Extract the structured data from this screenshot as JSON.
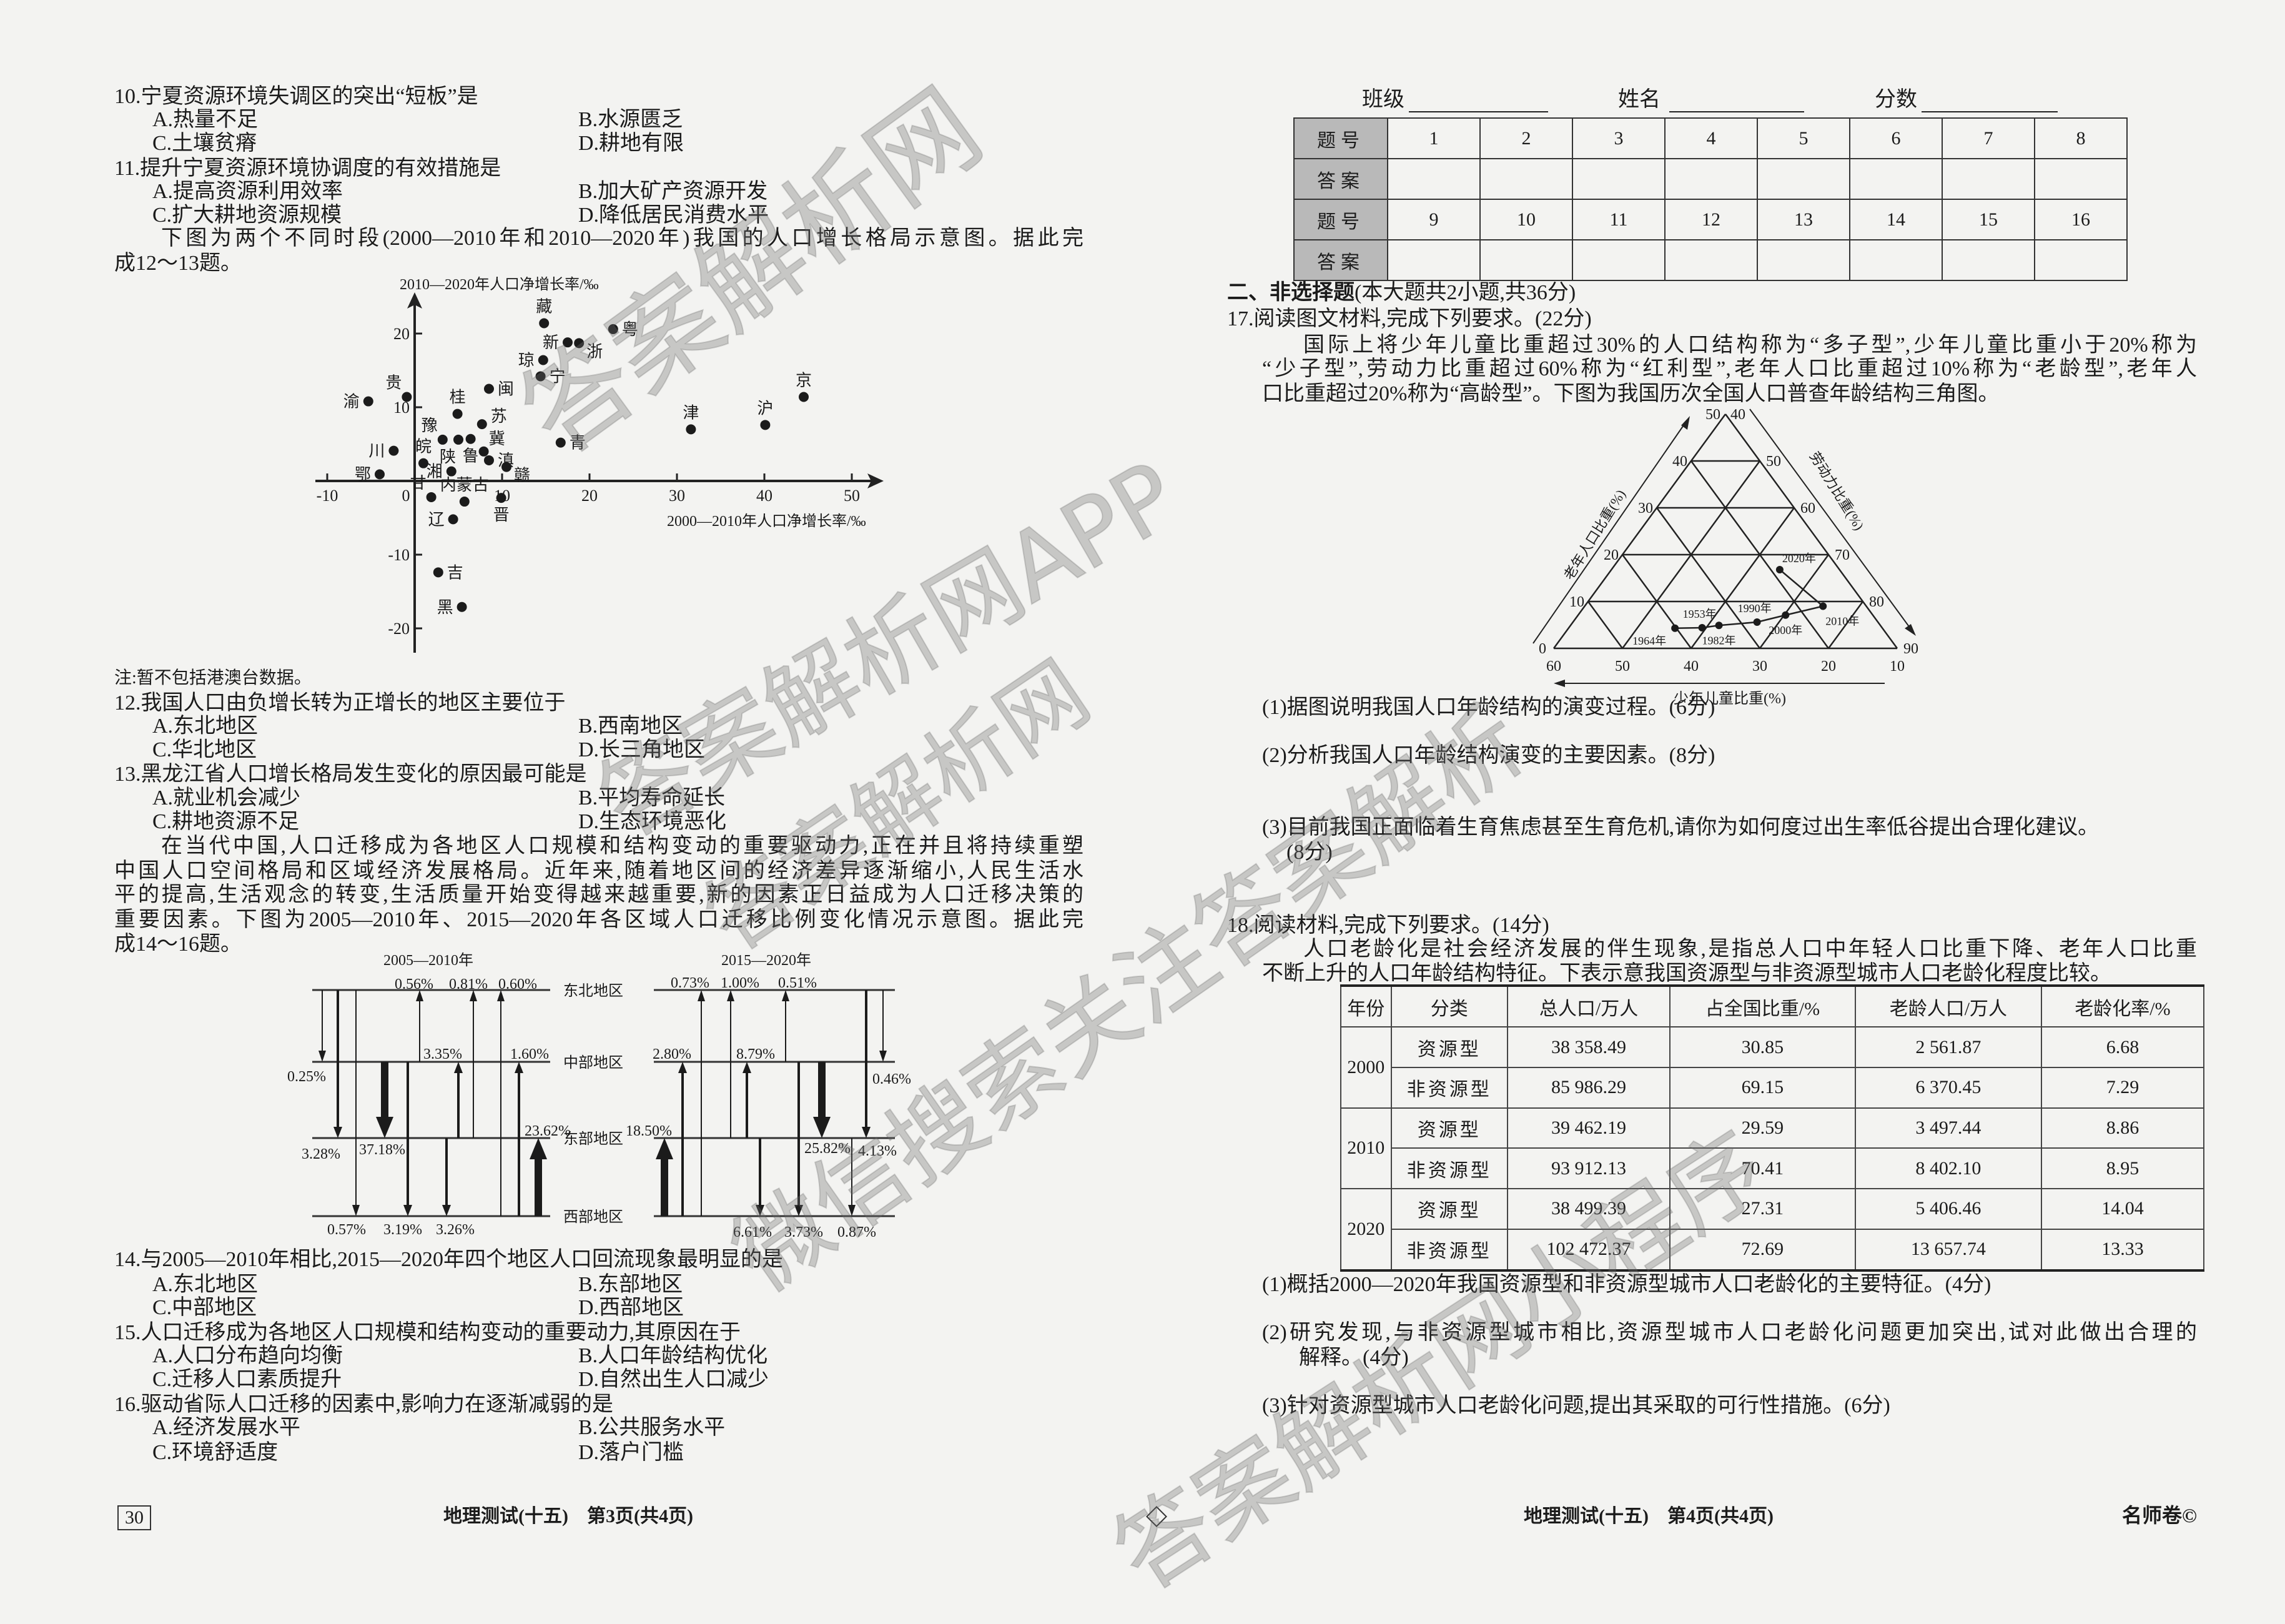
{
  "left": {
    "q10": {
      "stem": "10.宁夏资源环境失调区的突出“短板”是",
      "A": "A.热量不足",
      "B": "B.水源匮乏",
      "C": "C.土壤贫瘠",
      "D": "D.耕地有限"
    },
    "q11": {
      "stem": "11.提升宁夏资源环境协调度的有效措施是",
      "A": "A.提高资源利用效率",
      "B": "B.加大矿产资源开发",
      "C": "C.扩大耕地资源规模",
      "D": "D.降低居民消费水平"
    },
    "intro_12_13": [
      "下图为两个不同时段(2000—2010年和2010—2020年)我国的人口增长格局示意图。据此完",
      "成12～13题。"
    ],
    "scatter_note": "注:暂不包括港澳台数据。",
    "q12": {
      "stem": "12.我国人口由负增长转为正增长的地区主要位于",
      "A": "A.东北地区",
      "B": "B.西南地区",
      "C": "C.华北地区",
      "D": "D.长三角地区"
    },
    "q13": {
      "stem": "13.黑龙江省人口增长格局发生变化的原因最可能是",
      "A": "A.就业机会减少",
      "B": "B.平均寿命延长",
      "C": "C.耕地资源不足",
      "D": "D.生态环境恶化"
    },
    "intro_14_16": [
      "在当代中国,人口迁移成为各地区人口规模和结构变动的重要驱动力,正在并且将持续重塑",
      "中国人口空间格局和区域经济发展格局。近年来,随着地区间的经济差异逐渐缩小,人民生活水",
      "平的提高,生活观念的转变,生活质量开始变得越来越重要,新的因素正日益成为人口迁移决策的",
      "重要因素。下图为2005—2010年、2015—2020年各区域人口迁移比例变化情况示意图。据此完",
      "成14～16题。"
    ],
    "q14": {
      "stem": "14.与2005—2010年相比,2015—2020年四个地区人口回流现象最明显的是",
      "A": "A.东北地区",
      "B": "B.东部地区",
      "C": "C.中部地区",
      "D": "D.西部地区"
    },
    "q15": {
      "stem": "15.人口迁移成为各地区人口规模和结构变动的重要动力,其原因在于",
      "A": "A.人口分布趋向均衡",
      "B": "B.人口年龄结构优化",
      "C": "C.迁移人口素质提升",
      "D": "D.自然出生人口减少"
    },
    "q16": {
      "stem": "16.驱动省际人口迁移的因素中,影响力在逐渐减弱的是",
      "A": "A.经济发展水平",
      "B": "B.公共服务水平",
      "C": "C.环境舒适度",
      "D": "D.落户门槛"
    }
  },
  "scatter": {
    "ylabel": "2010—2020年人口净增长率/‰",
    "xlabel": "2000—2010年人口净增长率/‰",
    "xticks": [
      "-10",
      "0",
      "10",
      "20",
      "30",
      "40",
      "50"
    ],
    "yticks": [
      "20",
      "10",
      "-10",
      "-20"
    ],
    "points": [
      {
        "name": "藏",
        "x": 14.8,
        "y": 21.4,
        "pos": "above"
      },
      {
        "name": "粤",
        "x": 22.7,
        "y": 20.6,
        "pos": "right"
      },
      {
        "name": "新",
        "x": 17.5,
        "y": 18.8,
        "pos": "left"
      },
      {
        "name": "浙",
        "x": 18.8,
        "y": 18.7,
        "pos": "right-below"
      },
      {
        "name": "琼",
        "x": 14.7,
        "y": 16.4,
        "pos": "left"
      },
      {
        "name": "宁",
        "x": 14.4,
        "y": 14.2,
        "pos": "right"
      },
      {
        "name": "闽",
        "x": 8.5,
        "y": 12.5,
        "pos": "right"
      },
      {
        "name": "京",
        "x": 44.5,
        "y": 11.4,
        "pos": "above"
      },
      {
        "name": "贵",
        "x": -0.9,
        "y": 11.4,
        "pos": "above-left"
      },
      {
        "name": "渝",
        "x": -5.3,
        "y": 10.8,
        "pos": "left"
      },
      {
        "name": "桂",
        "x": 4.9,
        "y": 9.1,
        "pos": "above"
      },
      {
        "name": "苏",
        "x": 7.7,
        "y": 7.7,
        "pos": "right-above"
      },
      {
        "name": "津",
        "x": 31.6,
        "y": 7.0,
        "pos": "above"
      },
      {
        "name": "沪",
        "x": 40.1,
        "y": 7.6,
        "pos": "above"
      },
      {
        "name": "豫",
        "x": 3.2,
        "y": 5.6,
        "pos": "above-left"
      },
      {
        "name": "陕",
        "x": 5.0,
        "y": 5.6,
        "pos": "below-left"
      },
      {
        "name": "鲁",
        "x": 6.4,
        "y": 5.7,
        "pos": "below"
      },
      {
        "name": "冀",
        "x": 7.9,
        "y": 4.0,
        "pos": "above-right"
      },
      {
        "name": "滇",
        "x": 8.5,
        "y": 2.8,
        "pos": "right"
      },
      {
        "name": "青",
        "x": 16.7,
        "y": 5.2,
        "pos": "right"
      },
      {
        "name": "川",
        "x": -2.4,
        "y": 4.1,
        "pos": "left"
      },
      {
        "name": "皖",
        "x": 1.0,
        "y": 2.4,
        "pos": "above"
      },
      {
        "name": "湘",
        "x": 4.2,
        "y": 1.3,
        "pos": "left"
      },
      {
        "name": "鄂",
        "x": -4.0,
        "y": 0.9,
        "pos": "left"
      },
      {
        "name": "赣",
        "x": 10.5,
        "y": 1.9,
        "pos": "right-below"
      },
      {
        "name": "甘",
        "x": 1.9,
        "y": -2.2,
        "pos": "above-left"
      },
      {
        "name": "内蒙古",
        "x": 5.7,
        "y": -2.8,
        "pos": "above"
      },
      {
        "name": "晋",
        "x": 9.9,
        "y": -2.3,
        "pos": "below"
      },
      {
        "name": "辽",
        "x": 4.4,
        "y": -5.2,
        "pos": "left"
      },
      {
        "name": "吉",
        "x": 2.7,
        "y": -12.4,
        "pos": "right"
      },
      {
        "name": "黑",
        "x": 5.4,
        "y": -17.1,
        "pos": "left"
      }
    ]
  },
  "migration": {
    "regions": [
      "东北地区",
      "中部地区",
      "东部地区",
      "西部地区"
    ],
    "panels": [
      {
        "title": "2005—2010年",
        "flows": [
          {
            "from": "东北地区",
            "to": "中部地区",
            "value": "0.25%",
            "weight": 1
          },
          {
            "from": "东北地区",
            "to": "东部地区",
            "value": "3.28%",
            "weight": 2
          },
          {
            "from": "东北地区",
            "to": "西部地区",
            "value": "0.57%",
            "weight": 1
          },
          {
            "from": "中部地区",
            "to": "东部地区",
            "value": "37.18%",
            "weight": 3
          },
          {
            "from": "中部地区",
            "to": "西部地区",
            "value": "3.19%",
            "weight": 2
          },
          {
            "from": "中部地区",
            "to": "东北地区",
            "value": "0.56%",
            "weight": 1
          },
          {
            "from": "东部地区",
            "to": "西部地区",
            "value": "3.26%",
            "weight": 2
          },
          {
            "from": "东部地区",
            "to": "中部地区",
            "value": "3.35%",
            "weight": 2
          },
          {
            "from": "东部地区",
            "to": "东北地区",
            "value": "0.81%",
            "weight": 1
          },
          {
            "from": "西部地区",
            "to": "东北地区",
            "value": "0.60%",
            "weight": 1
          },
          {
            "from": "西部地区",
            "to": "中部地区",
            "value": "1.60%",
            "weight": 2
          },
          {
            "from": "西部地区",
            "to": "东部地区",
            "value": "23.62%",
            "weight": 3
          }
        ]
      },
      {
        "title": "2015—2020年",
        "flows": [
          {
            "from": "西部地区",
            "to": "东部地区",
            "value": "18.50%",
            "weight": 3
          },
          {
            "from": "西部地区",
            "to": "中部地区",
            "value": "2.80%",
            "weight": 2
          },
          {
            "from": "西部地区",
            "to": "东北地区",
            "value": "0.73%",
            "weight": 1
          },
          {
            "from": "东部地区",
            "to": "东北地区",
            "value": "1.00%",
            "weight": 1
          },
          {
            "from": "东部地区",
            "to": "中部地区",
            "value": "8.79%",
            "weight": 2
          },
          {
            "from": "中部地区",
            "to": "东北地区",
            "value": "0.51%",
            "weight": 1
          },
          {
            "from": "东部地区",
            "to": "西部地区",
            "value": "6.61%",
            "weight": 2
          },
          {
            "from": "中部地区",
            "to": "西部地区",
            "value": "3.73%",
            "weight": 2
          },
          {
            "from": "中部地区",
            "to": "东部地区",
            "value": "25.82%",
            "weight": 3
          },
          {
            "from": "东部地区",
            "to": "西部地区",
            "value": "0.87%",
            "weight": 1
          },
          {
            "from": "东北地区",
            "to": "东部地区",
            "value": "4.13%",
            "weight": 2
          },
          {
            "from": "东北地区",
            "to": "中部地区",
            "value": "0.46%",
            "weight": 1
          }
        ]
      }
    ]
  },
  "right": {
    "header": {
      "class_label": "班级",
      "name_label": "姓名",
      "score_label": "分数"
    },
    "answer_grid": {
      "row_label": "题号",
      "answer_label": "答案",
      "row1": [
        "1",
        "2",
        "3",
        "4",
        "5",
        "6",
        "7",
        "8"
      ],
      "row2": [
        "9",
        "10",
        "11",
        "12",
        "13",
        "14",
        "15",
        "16"
      ]
    },
    "section2": {
      "title": "二、非选择题",
      "note": "(本大题共2小题,共36分)"
    },
    "q17": {
      "stem": "17.阅读图文材料,完成下列要求。(22分)",
      "passage": [
        "国际上将少年儿童比重超过30%的人口结构称为“多子型”,少年儿童比重小于20%称为",
        "“少子型”,劳动力比重超过60%称为“红利型”,老年人口比重超过10%称为“老龄型”,老年人",
        "口比重超过20%称为“高龄型”。下图为我国历次全国人口普查年龄结构三角图。"
      ],
      "sub1": "(1)据图说明我国人口年龄结构的演变过程。(6分)",
      "sub2": "(2)分析我国人口年龄结构演变的主要因素。(8分)",
      "sub3": [
        "(3)目前我国正面临着生育焦虑甚至生育危机,请你为如何度过出生率低谷提出合理化建议。",
        "(8分)"
      ]
    },
    "ternary": {
      "left_axis": "老年人口比重(%)",
      "right_axis": "劳动力比重(%)",
      "bottom_axis": "少年儿童比重(%)",
      "points": [
        {
          "year": "1964年",
          "children": 40.2,
          "elderly": 4.3,
          "labor": 55.5,
          "pos": "below-left"
        },
        {
          "year": "1953年",
          "children": 36.2,
          "elderly": 4.4,
          "labor": 59.4,
          "pos": "above"
        },
        {
          "year": "1982年",
          "children": 33.5,
          "elderly": 4.9,
          "labor": 61.6,
          "pos": "below"
        },
        {
          "year": "1990年",
          "children": 27.6,
          "elderly": 5.6,
          "labor": 66.8,
          "pos": "above"
        },
        {
          "year": "2000年",
          "children": 22.7,
          "elderly": 7.1,
          "labor": 70.2,
          "pos": "below"
        },
        {
          "year": "2010年",
          "children": 16.3,
          "elderly": 9.0,
          "labor": 74.7,
          "pos": "below-right"
        },
        {
          "year": "2020年",
          "children": 18.7,
          "elderly": 16.8,
          "labor": 64.5,
          "pos": "above-right"
        }
      ]
    },
    "q18": {
      "stem": "18.阅读材料,完成下列要求。(14分)",
      "passage": [
        "人口老龄化是社会经济发展的伴生现象,是指总人口中年轻人口比重下降、老年人口比重",
        "不断上升的人口年龄结构特征。下表示意我国资源型与非资源型城市人口老龄化程度比较。"
      ],
      "table": {
        "headers": [
          "年份",
          "分类",
          "总人口/万人",
          "占全国比重/%",
          "老龄人口/万人",
          "老龄化率/%"
        ],
        "groups": [
          {
            "year": "2000",
            "rows": [
              [
                "资源型",
                "38 358.49",
                "30.85",
                "2 561.87",
                "6.68"
              ],
              [
                "非资源型",
                "85 986.29",
                "69.15",
                "6 370.45",
                "7.29"
              ]
            ]
          },
          {
            "year": "2010",
            "rows": [
              [
                "资源型",
                "39 462.19",
                "29.59",
                "3 497.44",
                "8.86"
              ],
              [
                "非资源型",
                "93 912.13",
                "70.41",
                "8 402.10",
                "8.95"
              ]
            ]
          },
          {
            "year": "2020",
            "rows": [
              [
                "资源型",
                "38 499.39",
                "27.31",
                "5 406.46",
                "14.04"
              ],
              [
                "非资源型",
                "102 472.37",
                "72.69",
                "13 657.74",
                "13.33"
              ]
            ]
          }
        ]
      },
      "sub1": "(1)概括2000—2020年我国资源型和非资源型城市人口老龄化的主要特征。(4分)",
      "sub2": [
        "(2)研究发现,与非资源型城市相比,资源型城市人口老龄化问题更加突出,试对此做出合理的",
        "解释。(4分)"
      ],
      "sub3": "(3)针对资源型城市人口老龄化问题,提出其采取的可行性措施。(6分)"
    }
  },
  "footer": {
    "page_badge": "30",
    "left_text": "地理测试(十五)　第3页(共4页)",
    "right_text": "地理测试(十五)　第4页(共4页)",
    "brand": "名师卷©"
  },
  "watermarks": [
    "答案解析网",
    "答案解析网APP",
    "答案解析网",
    "微信搜索关注答案解析",
    "答案解析网小程序"
  ]
}
